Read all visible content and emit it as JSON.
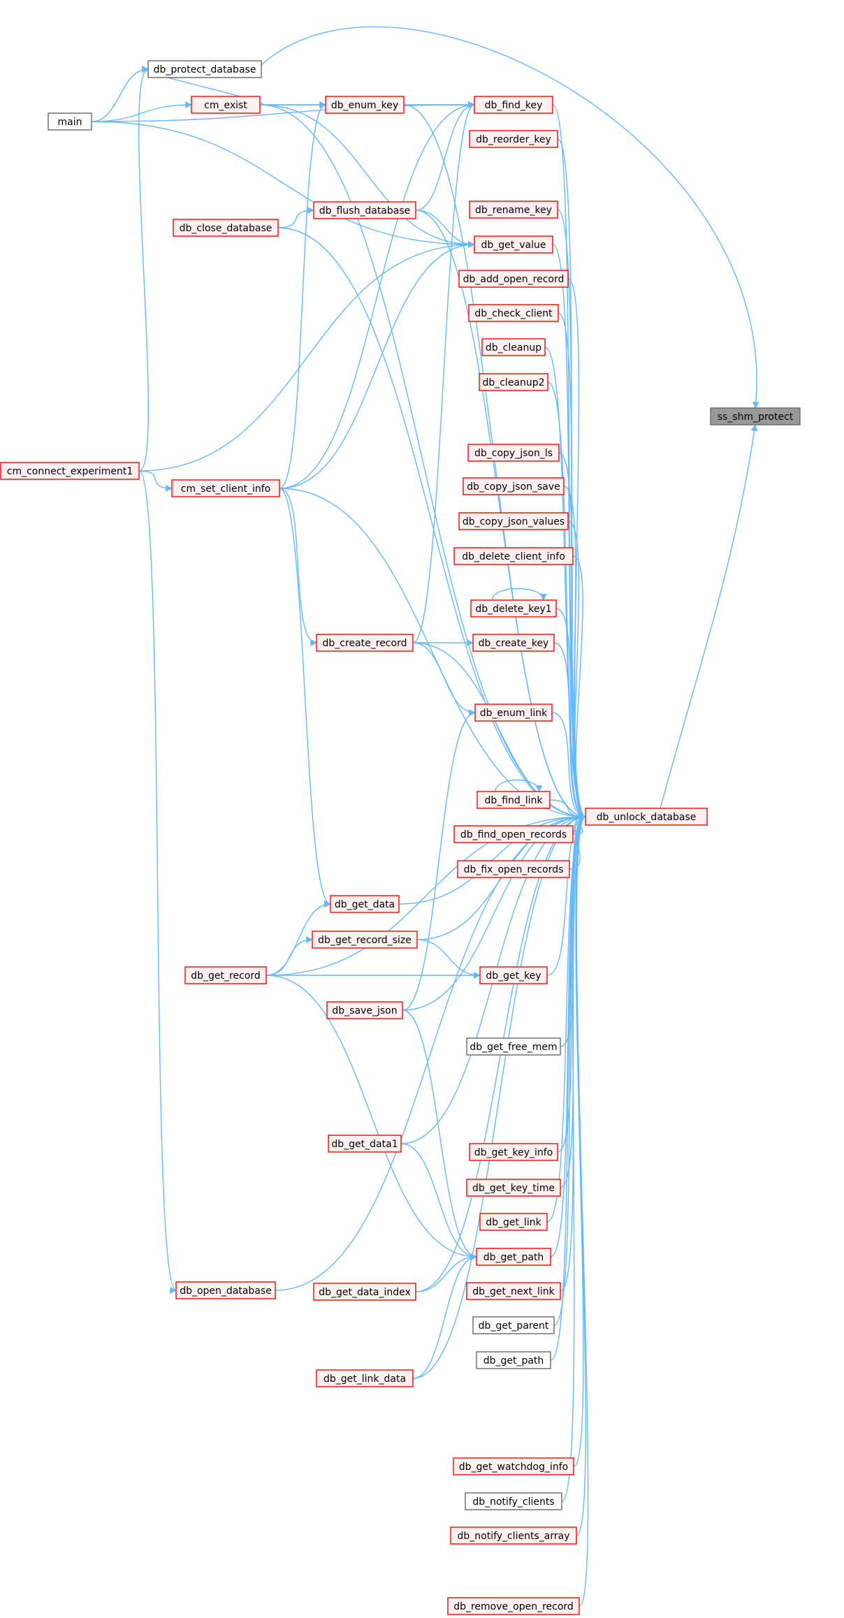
{
  "colors": {
    "edge": "#63b8ff",
    "node_border_red": "#ff0000",
    "node_fill_red": "#fff0f0",
    "node_border_black": "#666666",
    "node_fill_white": "#ffffff",
    "node_fill_focus": "#999999",
    "text": "#000000"
  },
  "nodes": [
    {
      "id": "ss_shm_protect",
      "label": "ss_shm_protect",
      "style": "focus"
    },
    {
      "id": "db_unlock_database",
      "label": "db_unlock_database",
      "style": "red"
    },
    {
      "id": "db_protect_database",
      "label": "db_protect_database",
      "style": "black"
    },
    {
      "id": "main",
      "label": "main",
      "style": "black"
    },
    {
      "id": "cm_exist",
      "label": "cm_exist",
      "style": "red"
    },
    {
      "id": "db_enum_key",
      "label": "db_enum_key",
      "style": "red"
    },
    {
      "id": "db_find_key",
      "label": "db_find_key",
      "style": "red"
    },
    {
      "id": "db_reorder_key",
      "label": "db_reorder_key",
      "style": "red"
    },
    {
      "id": "db_close_database",
      "label": "db_close_database",
      "style": "red"
    },
    {
      "id": "db_flush_database",
      "label": "db_flush_database",
      "style": "red"
    },
    {
      "id": "db_rename_key",
      "label": "db_rename_key",
      "style": "red"
    },
    {
      "id": "db_get_value",
      "label": "db_get_value",
      "style": "red"
    },
    {
      "id": "db_add_open_record",
      "label": "db_add_open_record",
      "style": "red"
    },
    {
      "id": "db_check_client",
      "label": "db_check_client",
      "style": "red"
    },
    {
      "id": "db_cleanup",
      "label": "db_cleanup",
      "style": "red"
    },
    {
      "id": "db_cleanup2",
      "label": "db_cleanup2",
      "style": "red"
    },
    {
      "id": "cm_connect_experiment1",
      "label": "cm_connect_experiment1",
      "style": "red"
    },
    {
      "id": "cm_set_client_info",
      "label": "cm_set_client_info",
      "style": "red"
    },
    {
      "id": "db_copy_json_ls",
      "label": "db_copy_json_ls",
      "style": "red"
    },
    {
      "id": "db_copy_json_save",
      "label": "db_copy_json_save",
      "style": "red"
    },
    {
      "id": "db_copy_json_values",
      "label": "db_copy_json_values",
      "style": "red"
    },
    {
      "id": "db_delete_client_info",
      "label": "db_delete_client_info",
      "style": "red"
    },
    {
      "id": "db_delete_key1",
      "label": "db_delete_key1",
      "style": "red"
    },
    {
      "id": "db_create_record",
      "label": "db_create_record",
      "style": "red"
    },
    {
      "id": "db_create_key",
      "label": "db_create_key",
      "style": "red"
    },
    {
      "id": "db_enum_link",
      "label": "db_enum_link",
      "style": "red"
    },
    {
      "id": "db_find_link",
      "label": "db_find_link",
      "style": "red"
    },
    {
      "id": "db_find_open_records",
      "label": "db_find_open_records",
      "style": "red"
    },
    {
      "id": "db_fix_open_records",
      "label": "db_fix_open_records",
      "style": "red"
    },
    {
      "id": "db_get_data",
      "label": "db_get_data",
      "style": "red"
    },
    {
      "id": "db_get_record_size",
      "label": "db_get_record_size",
      "style": "red"
    },
    {
      "id": "db_get_record",
      "label": "db_get_record",
      "style": "red"
    },
    {
      "id": "db_get_key",
      "label": "db_get_key",
      "style": "red"
    },
    {
      "id": "db_save_json",
      "label": "db_save_json",
      "style": "red"
    },
    {
      "id": "db_get_free_mem",
      "label": "db_get_free_mem",
      "style": "black"
    },
    {
      "id": "db_get_data1",
      "label": "db_get_data1",
      "style": "red"
    },
    {
      "id": "db_get_key_info",
      "label": "db_get_key_info",
      "style": "red"
    },
    {
      "id": "db_get_key_time",
      "label": "db_get_key_time",
      "style": "red"
    },
    {
      "id": "db_get_link",
      "label": "db_get_link",
      "style": "red"
    },
    {
      "id": "db_get_path_red",
      "label": "db_get_path",
      "style": "red"
    },
    {
      "id": "db_open_database",
      "label": "db_open_database",
      "style": "red"
    },
    {
      "id": "db_get_data_index",
      "label": "db_get_data_index",
      "style": "red"
    },
    {
      "id": "db_get_next_link",
      "label": "db_get_next_link",
      "style": "red"
    },
    {
      "id": "db_get_parent",
      "label": "db_get_parent",
      "style": "black"
    },
    {
      "id": "db_get_path_black",
      "label": "db_get_path",
      "style": "black"
    },
    {
      "id": "db_get_link_data",
      "label": "db_get_link_data",
      "style": "red"
    },
    {
      "id": "db_get_watchdog_info",
      "label": "db_get_watchdog_info",
      "style": "red"
    },
    {
      "id": "db_notify_clients",
      "label": "db_notify_clients",
      "style": "black"
    },
    {
      "id": "db_notify_clients_array",
      "label": "db_notify_clients_array",
      "style": "red"
    },
    {
      "id": "db_remove_open_record",
      "label": "db_remove_open_record",
      "style": "red"
    }
  ],
  "edges": [
    {
      "from": "db_protect_database",
      "to": "ss_shm_protect"
    },
    {
      "from": "db_unlock_database",
      "to": "ss_shm_protect"
    },
    {
      "from": "main",
      "to": "db_protect_database"
    },
    {
      "from": "cm_exist",
      "to": "db_protect_database"
    },
    {
      "from": "cm_connect_experiment1",
      "to": "db_protect_database"
    },
    {
      "from": "main",
      "to": "cm_exist"
    },
    {
      "from": "main",
      "to": "db_find_key"
    },
    {
      "from": "main",
      "to": "db_get_value"
    },
    {
      "from": "cm_exist",
      "to": "db_enum_key"
    },
    {
      "from": "cm_exist",
      "to": "db_find_key"
    },
    {
      "from": "cm_exist",
      "to": "db_get_value"
    },
    {
      "from": "cm_exist",
      "to": "db_unlock_database"
    },
    {
      "from": "db_enum_key",
      "to": "db_find_key"
    },
    {
      "from": "db_enum_key",
      "to": "db_unlock_database"
    },
    {
      "from": "db_find_key",
      "to": "db_unlock_database"
    },
    {
      "from": "db_reorder_key",
      "to": "db_unlock_database"
    },
    {
      "from": "db_close_database",
      "to": "db_flush_database"
    },
    {
      "from": "db_close_database",
      "to": "db_unlock_database"
    },
    {
      "from": "db_flush_database",
      "to": "db_find_key"
    },
    {
      "from": "db_flush_database",
      "to": "db_get_value"
    },
    {
      "from": "db_flush_database",
      "to": "db_unlock_database"
    },
    {
      "from": "db_rename_key",
      "to": "db_unlock_database"
    },
    {
      "from": "db_get_value",
      "to": "db_unlock_database"
    },
    {
      "from": "db_add_open_record",
      "to": "db_unlock_database"
    },
    {
      "from": "db_check_client",
      "to": "db_unlock_database"
    },
    {
      "from": "db_cleanup",
      "to": "db_unlock_database"
    },
    {
      "from": "db_cleanup2",
      "to": "db_unlock_database"
    },
    {
      "from": "cm_connect_experiment1",
      "to": "cm_set_client_info"
    },
    {
      "from": "cm_connect_experiment1",
      "to": "db_get_value"
    },
    {
      "from": "cm_connect_experiment1",
      "to": "db_open_database"
    },
    {
      "from": "cm_set_client_info",
      "to": "db_enum_key"
    },
    {
      "from": "cm_set_client_info",
      "to": "db_find_key"
    },
    {
      "from": "cm_set_client_info",
      "to": "db_get_value"
    },
    {
      "from": "cm_set_client_info",
      "to": "db_create_record"
    },
    {
      "from": "cm_set_client_info",
      "to": "db_get_data"
    },
    {
      "from": "cm_set_client_info",
      "to": "db_unlock_database"
    },
    {
      "from": "db_copy_json_ls",
      "to": "db_unlock_database"
    },
    {
      "from": "db_copy_json_save",
      "to": "db_unlock_database"
    },
    {
      "from": "db_copy_json_values",
      "to": "db_unlock_database"
    },
    {
      "from": "db_delete_client_info",
      "to": "db_unlock_database"
    },
    {
      "from": "db_delete_key1",
      "to": "db_delete_key1"
    },
    {
      "from": "db_delete_key1",
      "to": "db_unlock_database"
    },
    {
      "from": "db_create_record",
      "to": "db_find_key"
    },
    {
      "from": "db_create_record",
      "to": "db_create_key"
    },
    {
      "from": "db_create_record",
      "to": "db_enum_link"
    },
    {
      "from": "db_create_record",
      "to": "db_unlock_database"
    },
    {
      "from": "db_create_key",
      "to": "db_unlock_database"
    },
    {
      "from": "db_enum_link",
      "to": "db_unlock_database"
    },
    {
      "from": "db_find_link",
      "to": "db_find_link"
    },
    {
      "from": "db_find_link",
      "to": "db_unlock_database"
    },
    {
      "from": "db_find_open_records",
      "to": "db_unlock_database"
    },
    {
      "from": "db_fix_open_records",
      "to": "db_unlock_database"
    },
    {
      "from": "db_get_data",
      "to": "db_unlock_database"
    },
    {
      "from": "db_get_record",
      "to": "db_get_data"
    },
    {
      "from": "db_get_record",
      "to": "db_get_record_size"
    },
    {
      "from": "db_get_record",
      "to": "db_get_key"
    },
    {
      "from": "db_get_record",
      "to": "db_get_path_red"
    },
    {
      "from": "db_get_record",
      "to": "db_unlock_database"
    },
    {
      "from": "db_get_record_size",
      "to": "db_get_key"
    },
    {
      "from": "db_get_record_size",
      "to": "db_unlock_database"
    },
    {
      "from": "db_get_key",
      "to": "db_unlock_database"
    },
    {
      "from": "db_save_json",
      "to": "db_enum_link"
    },
    {
      "from": "db_save_json",
      "to": "db_get_path_red"
    },
    {
      "from": "db_save_json",
      "to": "db_unlock_database"
    },
    {
      "from": "db_get_free_mem",
      "to": "db_unlock_database"
    },
    {
      "from": "db_get_data1",
      "to": "db_get_path_red"
    },
    {
      "from": "db_get_data1",
      "to": "db_unlock_database"
    },
    {
      "from": "db_get_key_info",
      "to": "db_unlock_database"
    },
    {
      "from": "db_get_key_time",
      "to": "db_unlock_database"
    },
    {
      "from": "db_get_link",
      "to": "db_unlock_database"
    },
    {
      "from": "db_get_path_red",
      "to": "db_unlock_database"
    },
    {
      "from": "db_open_database",
      "to": "db_unlock_database"
    },
    {
      "from": "db_get_data_index",
      "to": "db_get_path_red"
    },
    {
      "from": "db_get_data_index",
      "to": "db_unlock_database"
    },
    {
      "from": "db_get_next_link",
      "to": "db_unlock_database"
    },
    {
      "from": "db_get_parent",
      "to": "db_unlock_database"
    },
    {
      "from": "db_get_path_black",
      "to": "db_unlock_database"
    },
    {
      "from": "db_get_link_data",
      "to": "db_get_path_red"
    },
    {
      "from": "db_get_link_data",
      "to": "db_unlock_database"
    },
    {
      "from": "db_get_watchdog_info",
      "to": "db_unlock_database"
    },
    {
      "from": "db_notify_clients",
      "to": "db_unlock_database"
    },
    {
      "from": "db_notify_clients_array",
      "to": "db_unlock_database"
    },
    {
      "from": "db_remove_open_record",
      "to": "db_unlock_database"
    }
  ]
}
